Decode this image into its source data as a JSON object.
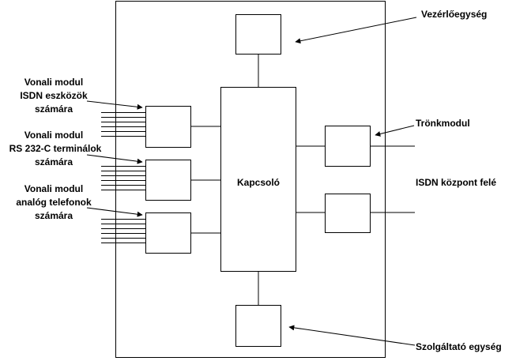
{
  "labels": {
    "vezerlo": "Vezérlőegység",
    "vonali1_l1": "Vonali modul",
    "vonali1_l2": "ISDN eszközök",
    "vonali1_l3": "számára",
    "vonali2_l1": "Vonali modul",
    "vonali2_l2": "RS 232-C terminálok",
    "vonali2_l3": "számára",
    "vonali3_l1": "Vonali modul",
    "vonali3_l2": "analóg telefonok",
    "vonali3_l3": "számára",
    "kapcsolo": "Kapcsoló",
    "tronk": "Trönkmodul",
    "isdn_kozpont": "ISDN központ felé",
    "szolgaltato": "Szolgáltató egység"
  }
}
